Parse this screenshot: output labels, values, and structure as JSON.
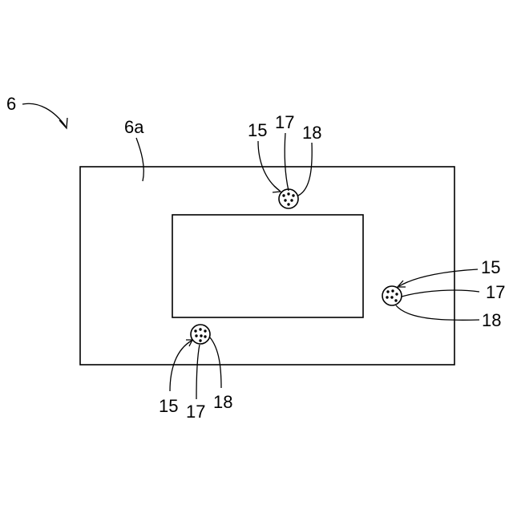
{
  "figure": {
    "assembly_label": "6",
    "panel_label": "6a",
    "connectors": [
      {
        "id": "top",
        "ref_outer": "15",
        "ref_middle": "17",
        "ref_inner": "18"
      },
      {
        "id": "right",
        "ref_outer": "15",
        "ref_middle": "17",
        "ref_inner": "18"
      },
      {
        "id": "bottom",
        "ref_outer": "15",
        "ref_middle": "17",
        "ref_inner": "18"
      }
    ]
  },
  "style": {
    "line_color": "#000000",
    "background": "#ffffff"
  }
}
